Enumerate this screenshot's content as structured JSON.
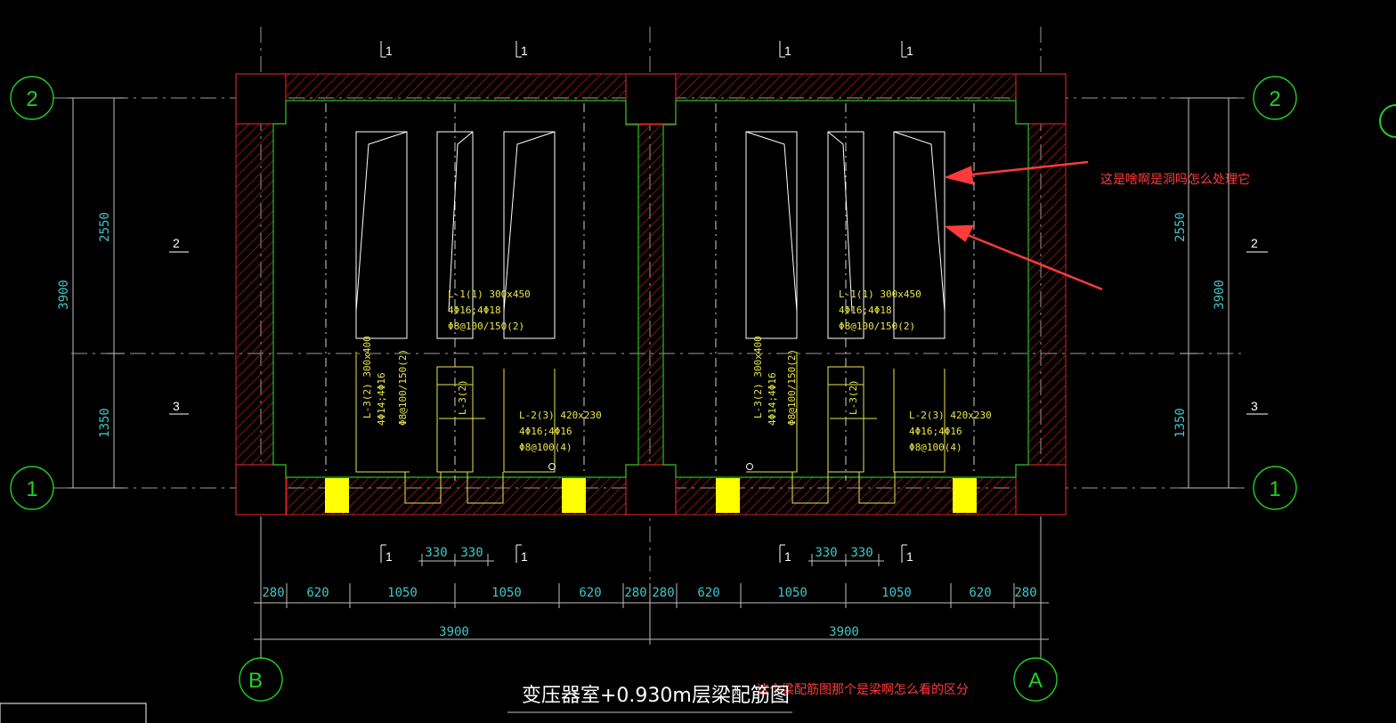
{
  "drawing": {
    "title": "变压器室+0.930m层梁配筋图",
    "axes": {
      "top_left": "2",
      "top_right": "2",
      "bottom_left": "1",
      "bottom_right": "1",
      "left_bottom": "B",
      "right_bottom": "A"
    },
    "section_marks": {
      "top": [
        "1",
        "1",
        "1",
        "1"
      ],
      "bottom": [
        "1",
        "1",
        "1",
        "1"
      ],
      "left": [
        "2",
        "3"
      ],
      "right": [
        "2",
        "3"
      ]
    },
    "vertical_dims": {
      "outer": "3900",
      "upper": "2550",
      "lower": "1350"
    },
    "horizontal_dims": {
      "detail": [
        "280",
        "620",
        "1050",
        "1050",
        "620",
        "280",
        "280",
        "620",
        "1050",
        "1050",
        "620",
        "280"
      ],
      "total": [
        "3900",
        "3900"
      ],
      "offsets": [
        "330",
        "330",
        "330",
        "330"
      ]
    },
    "beam_labels": {
      "L1": [
        "L-1(1) 300x450",
        "4Φ16;4Φ18",
        "Φ8@100/150(2)"
      ],
      "L3": "L-3(2) 300x400",
      "L3_reinf": "4Φ14;4Φ16",
      "L3_stirrup": "Φ8@100/150(2)",
      "L3_small": "L-3(2)",
      "L2": [
        "L-2(3) 420x230",
        "4Φ16;4Φ16",
        "Φ8@100(4)"
      ]
    },
    "notes": {
      "note1": "这是啥啊是洞吗怎么处理它",
      "note2": "这个梁配筋图那个是梁啊怎么看的区分"
    }
  },
  "colors": {
    "background": "#000000",
    "wall": "#d42020",
    "boundary": "#22c022",
    "beam": "#e8e84a",
    "dimension": "#3fc7c7",
    "axis": "#22d022",
    "note": "#ff3b3b",
    "column_fill": "#ffff00"
  }
}
